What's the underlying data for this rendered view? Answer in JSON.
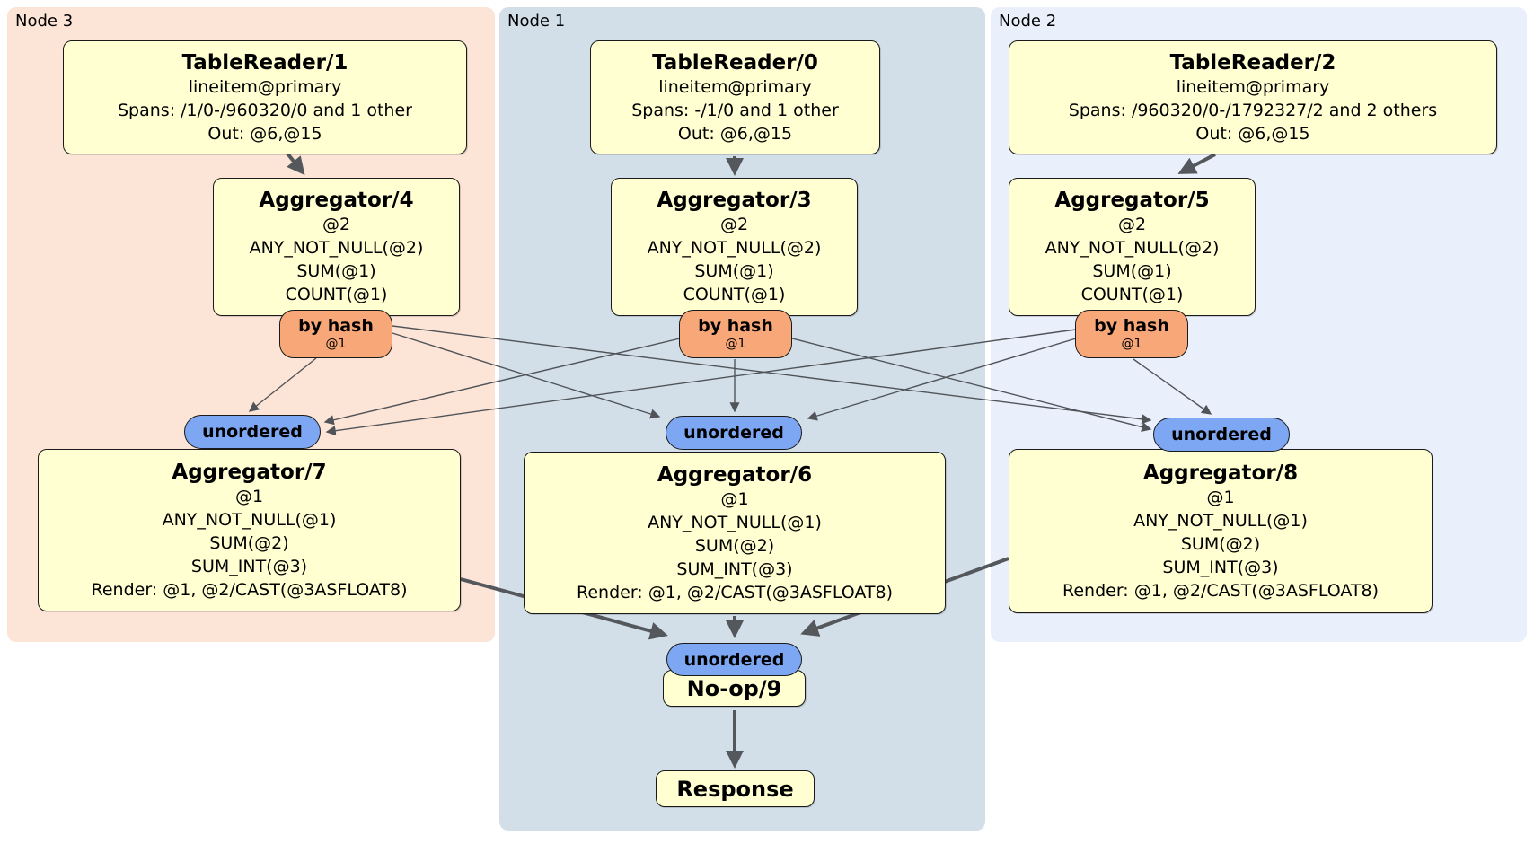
{
  "groups": {
    "node3": {
      "label": "Node 3"
    },
    "node1": {
      "label": "Node 1"
    },
    "node2": {
      "label": "Node 2"
    }
  },
  "processors": {
    "tableReader1": {
      "title": "TableReader/1",
      "lines": [
        "lineitem@primary",
        "Spans: /1/0-/960320/0 and 1 other",
        "Out: @6,@15"
      ]
    },
    "tableReader0": {
      "title": "TableReader/0",
      "lines": [
        "lineitem@primary",
        "Spans: -/1/0 and 1 other",
        "Out: @6,@15"
      ]
    },
    "tableReader2": {
      "title": "TableReader/2",
      "lines": [
        "lineitem@primary",
        "Spans: /960320/0-/1792327/2 and 2 others",
        "Out: @6,@15"
      ]
    },
    "aggregator4": {
      "title": "Aggregator/4",
      "lines": [
        "@2",
        "ANY_NOT_NULL(@2)",
        "SUM(@1)",
        "COUNT(@1)"
      ]
    },
    "aggregator3": {
      "title": "Aggregator/3",
      "lines": [
        "@2",
        "ANY_NOT_NULL(@2)",
        "SUM(@1)",
        "COUNT(@1)"
      ]
    },
    "aggregator5": {
      "title": "Aggregator/5",
      "lines": [
        "@2",
        "ANY_NOT_NULL(@2)",
        "SUM(@1)",
        "COUNT(@1)"
      ]
    },
    "aggregator7": {
      "title": "Aggregator/7",
      "lines": [
        "@1",
        "ANY_NOT_NULL(@1)",
        "SUM(@2)",
        "SUM_INT(@3)",
        "Render: @1, @2/CAST(@3ASFLOAT8)"
      ]
    },
    "aggregator6": {
      "title": "Aggregator/6",
      "lines": [
        "@1",
        "ANY_NOT_NULL(@1)",
        "SUM(@2)",
        "SUM_INT(@3)",
        "Render: @1, @2/CAST(@3ASFLOAT8)"
      ]
    },
    "aggregator8": {
      "title": "Aggregator/8",
      "lines": [
        "@1",
        "ANY_NOT_NULL(@1)",
        "SUM(@2)",
        "SUM_INT(@3)",
        "Render: @1, @2/CAST(@3ASFLOAT8)"
      ]
    },
    "noop9": {
      "title": "No-op/9"
    },
    "response": {
      "title": "Response"
    }
  },
  "routers": {
    "byHashLeft": {
      "label": "by hash",
      "detail": "@1"
    },
    "byHashMiddle": {
      "label": "by hash",
      "detail": "@1"
    },
    "byHashRight": {
      "label": "by hash",
      "detail": "@1"
    }
  },
  "streams": {
    "unorderedLeft": {
      "label": "unordered"
    },
    "unorderedMiddle": {
      "label": "unordered"
    },
    "unorderedRight": {
      "label": "unordered"
    },
    "unorderedFinal": {
      "label": "unordered"
    }
  },
  "colors": {
    "bg-node3": "#fce4d6",
    "bg-node1": "#d2dfe9",
    "bg-node2": "#e9effb",
    "box-fill": "#ffffd2",
    "router-fill": "#f8a878",
    "sync-fill": "#7da7f2",
    "edge-color": "#54585c"
  }
}
